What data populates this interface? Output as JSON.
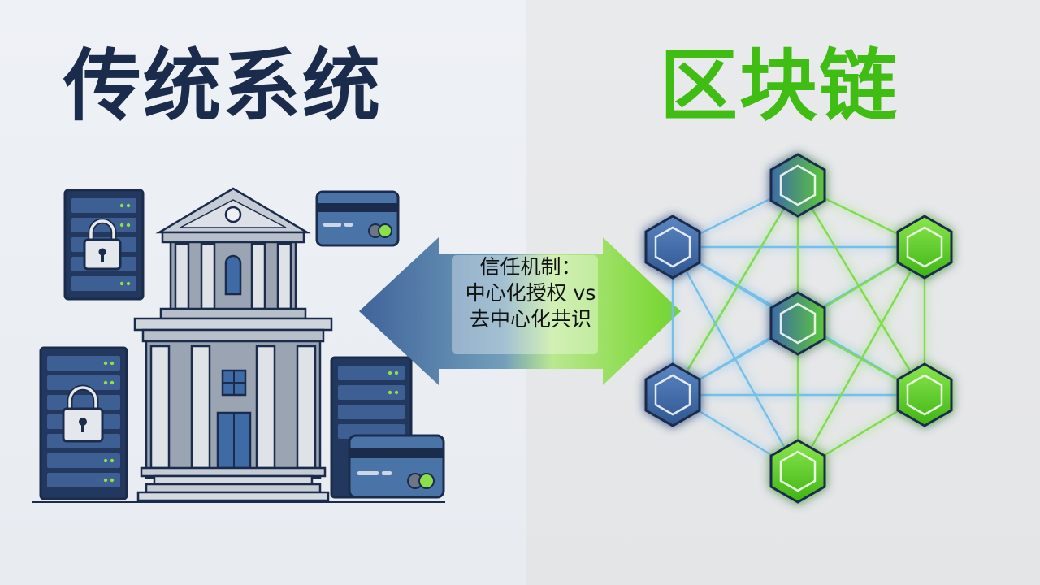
{
  "left_title": "传统系统",
  "right_title": "区块链",
  "center_caption": {
    "line1": "信任机制：",
    "line2": "中心化授权 vs",
    "line3": "去中心化共识"
  },
  "colors": {
    "navy": "#1b2b4b",
    "accent_green": "#3fbd12",
    "node_blue": "#3e6aa6",
    "node_green": "#58d42a",
    "server_fill": "#3a5a8c",
    "bank_gray": "#a9b2bf"
  },
  "icons": [
    "server-rack-icon",
    "padlock-icon",
    "bank-building-icon",
    "credit-card-icon",
    "double-arrow-icon",
    "hexagon-node-icon"
  ]
}
